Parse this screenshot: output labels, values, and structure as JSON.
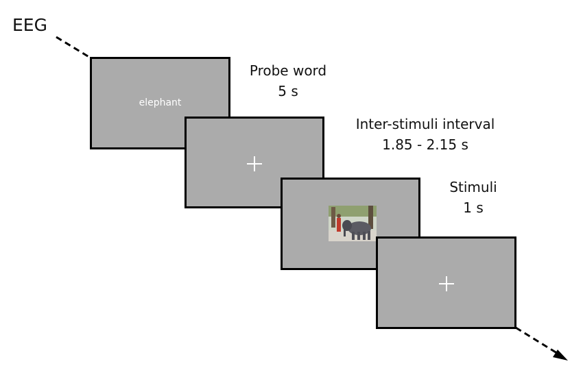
{
  "axis": {
    "label": "EEG"
  },
  "screens": [
    {
      "content": "elephant",
      "caption": "Probe word",
      "duration": "5 s"
    },
    {
      "content": "+",
      "caption": "Inter-stimuli interval",
      "duration": "1.85 - 2.15 s"
    },
    {
      "content": "elephant-photo",
      "caption": "Stimuli",
      "duration": "1 s"
    },
    {
      "content": "+"
    }
  ],
  "colors": {
    "screen_fill": "#ababab",
    "screen_border": "#000000",
    "text": "#111111"
  }
}
